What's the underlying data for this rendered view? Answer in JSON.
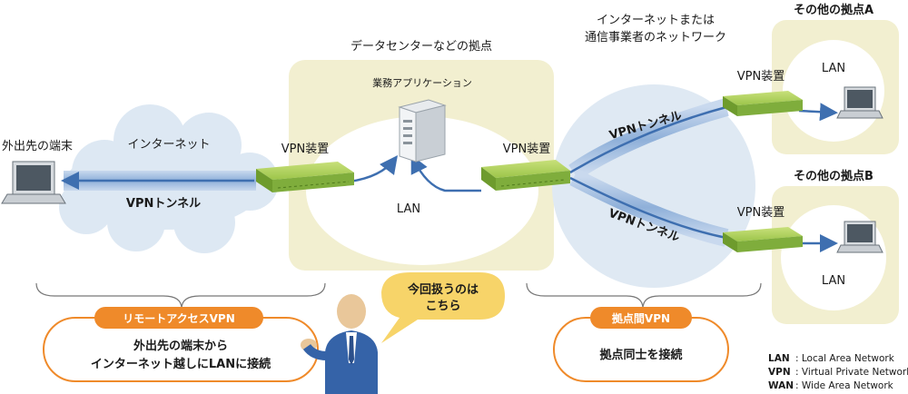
{
  "labels": {
    "datacenter": "データセンターなどの拠点",
    "internet_or_carrier_line1": "インターネットまたは",
    "internet_or_carrier_line2": "通信事業者のネットワーク",
    "other_site_a": "その他の拠点A",
    "other_site_b": "その他の拠点B",
    "remote_terminal": "外出先の端末",
    "internet_cloud": "インターネット",
    "business_app": "業務アプリケーション",
    "vpn_device": "VPN装置",
    "vpn_tunnel": "VPNトンネル",
    "lan": "LAN"
  },
  "speech_bubble": {
    "line1": "今回扱うのは",
    "line2": "こちら"
  },
  "remote_access": {
    "badge": "リモートアクセスVPN",
    "line1": "外出先の端末から",
    "line2": "インターネット越しにLANに接続"
  },
  "site_to_site": {
    "badge": "拠点間VPN",
    "line1": "拠点同士を接続"
  },
  "legend": [
    {
      "abbr": "LAN",
      "desc": ": Local Area Network"
    },
    {
      "abbr": "VPN",
      "desc": ": Virtual Private Network"
    },
    {
      "abbr": "WAN",
      "desc": ": Wide Area Network"
    }
  ],
  "colors": {
    "beige": "#f2efd0",
    "network_blue": "#dfe9f3",
    "cloud": "#dde8f3",
    "tunnel": "#9db7d8",
    "tunnel_line": "#3e6fb0",
    "device": "#7fad3c",
    "orange": "#ef8a2a",
    "bubble": "#f7d469"
  }
}
